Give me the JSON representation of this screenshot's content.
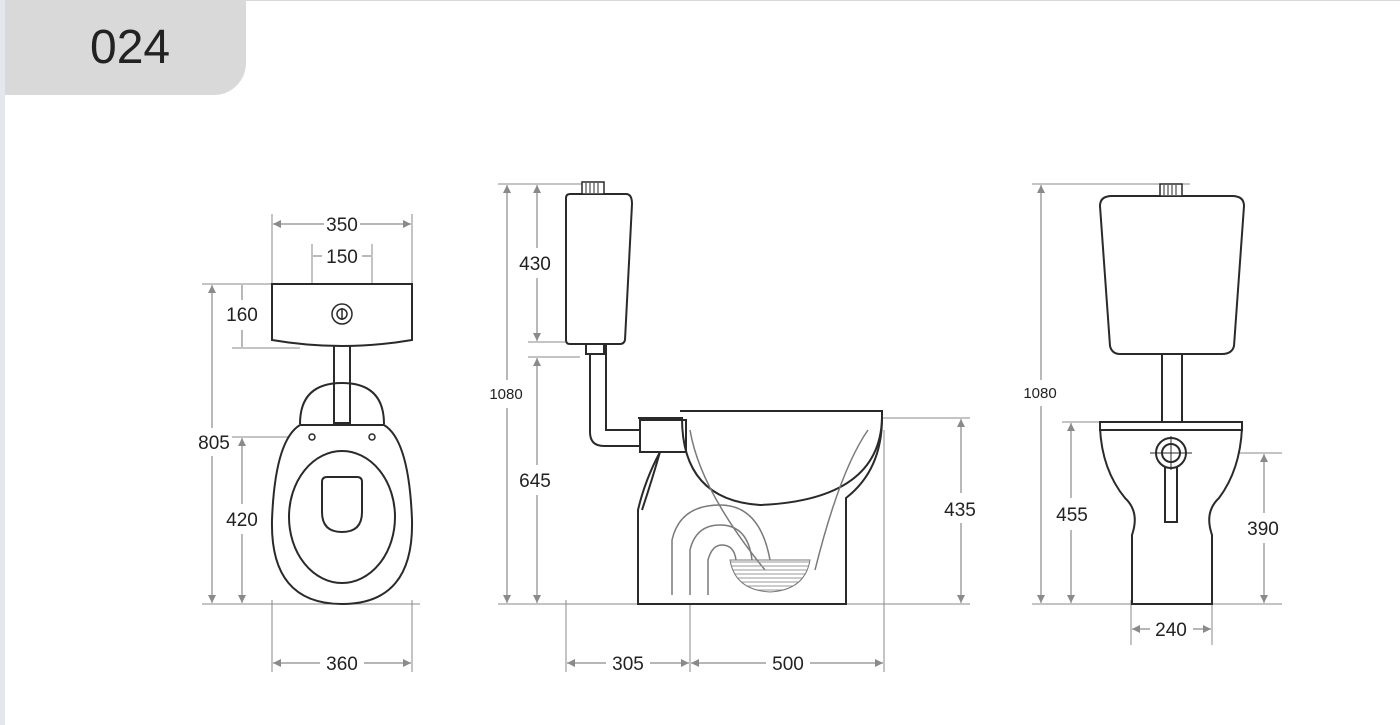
{
  "model_number": "024",
  "front_view": {
    "width_top": "350",
    "outlet_spacing": "150",
    "cistern_height": "160",
    "total_height": "805",
    "seat_height": "420",
    "width_bottom": "360"
  },
  "side_view": {
    "cistern_height": "430",
    "total_height": "1080",
    "pipe_height": "645",
    "bowl_height": "435",
    "wall_to_outlet": "305",
    "bowl_depth": "500"
  },
  "back_view": {
    "total_height": "1080",
    "bowl_height": "455",
    "outlet_height": "390",
    "base_width": "240"
  },
  "colors": {
    "line": "#2a2a2a",
    "dimension": "#8a8a8a",
    "badge": "#d9d9d9",
    "text": "#222222"
  }
}
